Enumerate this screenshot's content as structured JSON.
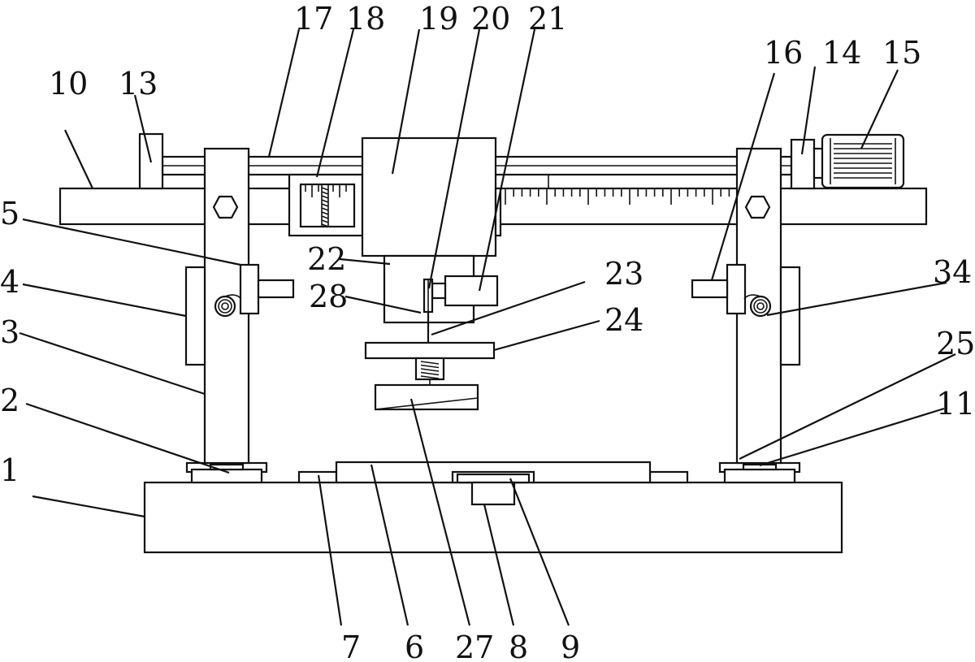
{
  "colors": {
    "stroke": "#111111",
    "background": "#ffffff"
  },
  "labels": {
    "l1": "1",
    "l2": "2",
    "l3": "3",
    "l4": "4",
    "l5": "5",
    "l6": "6",
    "l7": "7",
    "l8": "8",
    "l9": "9",
    "l10": "10",
    "l11": "11",
    "l13": "13",
    "l14": "14",
    "l15": "15",
    "l16": "16",
    "l17": "17",
    "l18": "18",
    "l19": "19",
    "l20": "20",
    "l21": "21",
    "l22": "22",
    "l23": "23",
    "l24": "24",
    "l25": "25",
    "l27": "27",
    "l28": "28",
    "l34": "34"
  },
  "icons": {
    "hex_nut": "hexagon-bolt-icon",
    "spring": "spring-icon",
    "motor": "motor-icon",
    "scale": "scale-ruler-icon"
  }
}
